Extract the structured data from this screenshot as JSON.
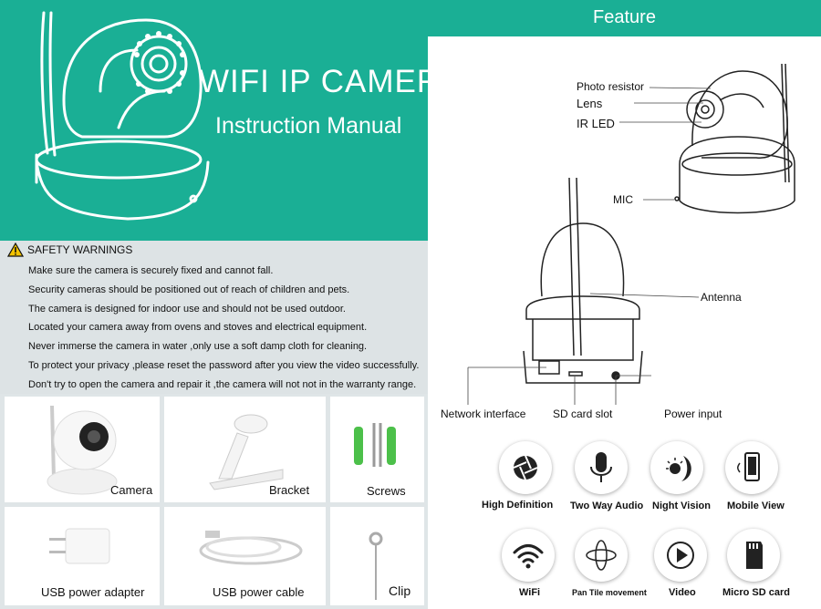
{
  "hero": {
    "title": "WIFI IP CAMERA",
    "subtitle": "Instruction Manual"
  },
  "safety": {
    "heading": "SAFETY WARNINGS",
    "warnings": [
      "Make sure the camera is securely fixed and cannot fall.",
      "Security cameras should be positioned out of reach of children and pets.",
      "The camera is designed for indoor use and should not be used outdoor.",
      "Located your camera away from ovens and stoves and electrical equipment.",
      "Never immerse the camera in water ,only use a soft damp cloth for cleaning.",
      "To protect your privacy ,please reset the password after you view the video successfully.",
      "Don't try to open the camera and repair it ,the camera will not not in the warranty range."
    ]
  },
  "package": {
    "items": [
      "Camera",
      "Bracket",
      "Screws",
      "USB power adapter",
      "USB power cable",
      "Clip"
    ]
  },
  "feature": {
    "title": "Feature",
    "diagram_labels": {
      "photo_resistor": "Photo resistor",
      "lens": "Lens",
      "ir_led": "IR LED",
      "mic": "MIC",
      "antenna": "Antenna",
      "network": "Network interface",
      "sd_slot": "SD card slot",
      "power": "Power input"
    },
    "icons": [
      {
        "label": "High Definition",
        "icon": "aperture-icon"
      },
      {
        "label": "Two Way Audio",
        "icon": "microphone-icon"
      },
      {
        "label": "Night Vision",
        "icon": "sun-moon-icon"
      },
      {
        "label": "Mobile View",
        "icon": "smartphone-icon"
      },
      {
        "label": "WiFi",
        "icon": "wifi-icon"
      },
      {
        "label": "Pan Tile movement",
        "icon": "pan-tilt-icon"
      },
      {
        "label": "Video",
        "icon": "play-icon"
      },
      {
        "label": "Micro SD card",
        "icon": "sd-card-icon"
      }
    ]
  },
  "colors": {
    "accent": "#1aaf95",
    "panel": "#dde3e5"
  }
}
